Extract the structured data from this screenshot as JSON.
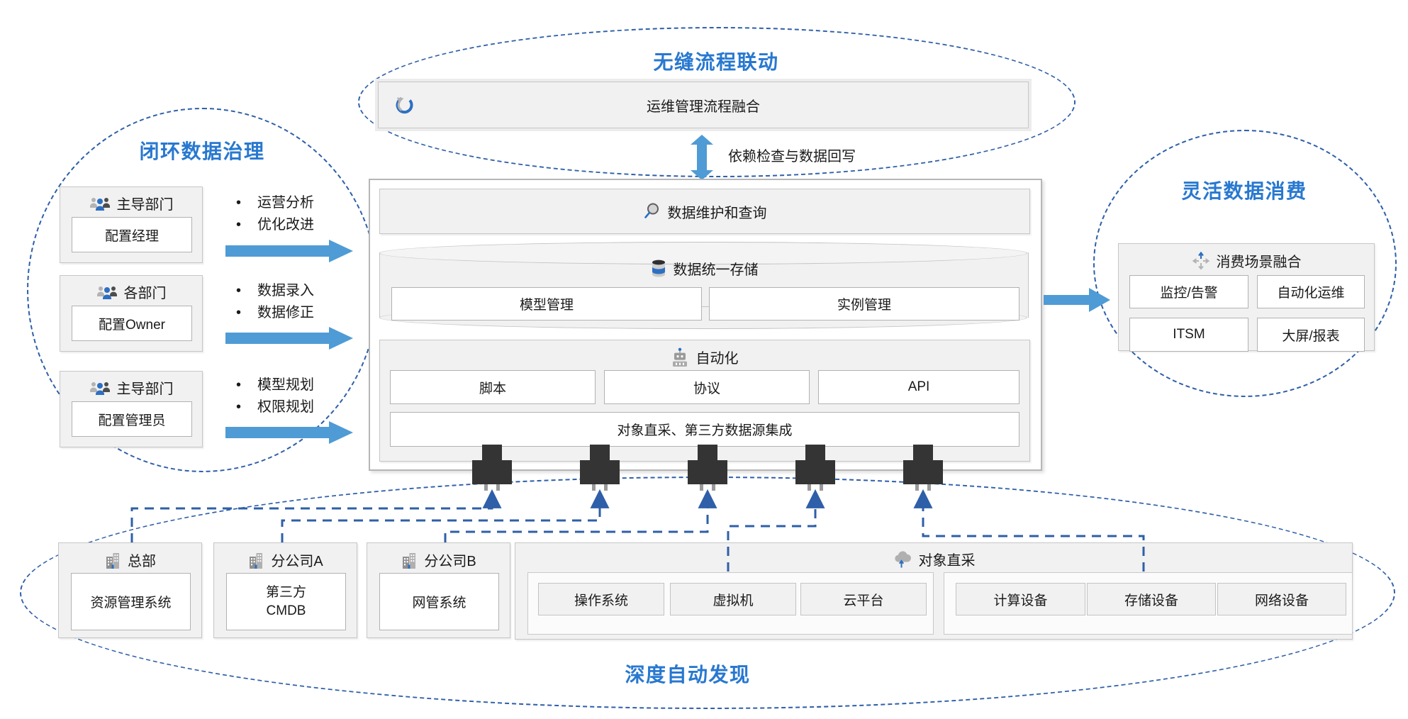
{
  "colors": {
    "title_blue": "#2878d0",
    "dashed_blue": "#2e5fa8",
    "solid_arrow_blue": "#4f9bd5",
    "icon_blue": "#2d6fc2",
    "connector_dark": "#343434",
    "box_fill": "#f1f1f1"
  },
  "top": {
    "title": "无缝流程联动",
    "process_label": "运维管理流程融合",
    "arrow_label": "依赖检查与数据回写"
  },
  "left": {
    "title": "闭环数据治理",
    "groups": [
      {
        "header": "主导部门",
        "member": "配置经理",
        "bullets": [
          "运营分析",
          "优化改进"
        ]
      },
      {
        "header": "各部门",
        "member": "配置Owner",
        "bullets": [
          "数据录入",
          "数据修正"
        ]
      },
      {
        "header": "主导部门",
        "member": "配置管理员",
        "bullets": [
          "模型规划",
          "权限规划"
        ]
      }
    ]
  },
  "center": {
    "query_label": "数据维护和查询",
    "storage": {
      "title": "数据统一存储",
      "items": [
        "模型管理",
        "实例管理"
      ]
    },
    "automation": {
      "title": "自动化",
      "items": [
        "脚本",
        "协议",
        "API"
      ],
      "integration": "对象直采、第三方数据源集成"
    }
  },
  "right": {
    "title": "灵活数据消费",
    "panel_title": "消费场景融合",
    "items": [
      "监控/告警",
      "自动化运维",
      "ITSM",
      "大屏/报表"
    ]
  },
  "bottom": {
    "title": "深度自动发现",
    "sources": [
      {
        "header": "总部",
        "system": "资源管理系统"
      },
      {
        "header": "分公司A",
        "system": "第三方\nCMDB"
      },
      {
        "header": "分公司B",
        "system": "网管系统"
      }
    ],
    "collect": {
      "header": "对象直采",
      "group1": [
        "操作系统",
        "虚拟机",
        "云平台"
      ],
      "group2": [
        "计算设备",
        "存储设备",
        "网络设备"
      ]
    }
  }
}
